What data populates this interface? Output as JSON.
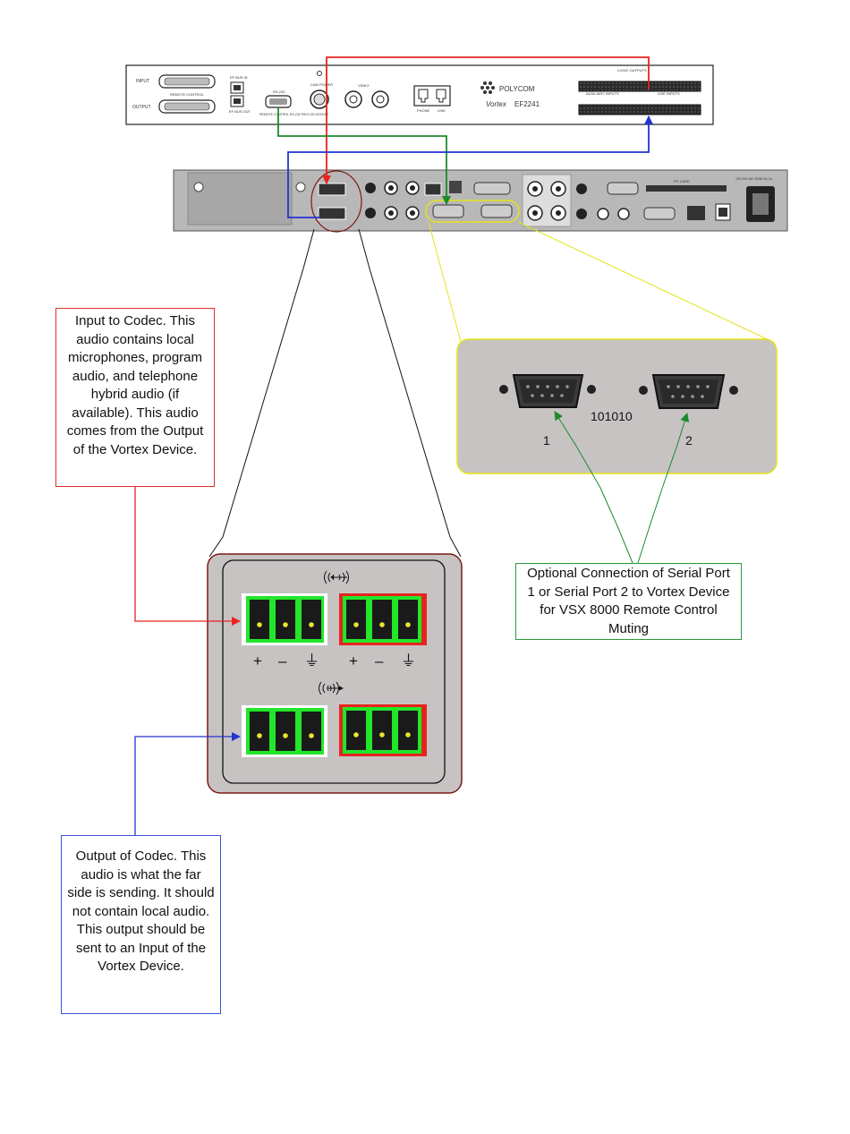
{
  "vortex": {
    "brand": "POLYCOM",
    "model_prefix": "Vortex",
    "model": "EF2241",
    "labels": {
      "input": "INPUT",
      "output": "OUTPUT",
      "remote_control": "REMOTE CONTROL",
      "ef_bus_in": "EF BUS IN",
      "ef_bus_out": "EF BUS OUT",
      "rs232": "RS-232",
      "rs232_note": "REMOTE CONTROL RS-232 PIN 5 ON SOCKET",
      "cam_power": "CAM POWER",
      "video": "VIDEO",
      "phone": "PHONE",
      "line": "LINE",
      "logic_outputs": "LOGIC OUTPUTS",
      "aux_inputs": "AUXILIARY INPUTS",
      "line_inputs": "LINE INPUTS"
    }
  },
  "codec": {
    "labels": {
      "pc_card": "PC CARD",
      "power_label": "100-240 VAC 50/60 Hz 1A"
    }
  },
  "zoom_serial": {
    "pattern_label": "101010",
    "port1_label": "1",
    "port2_label": "2"
  },
  "zoom_audio": {
    "polarity": [
      "+",
      "–",
      "⏚",
      "+",
      "–",
      "⏚"
    ]
  },
  "callouts": {
    "input_text": "Input to Codec.  This audio contains local microphones, program audio, and telephone hybrid audio (if available).  This audio comes from the Output of the Vortex Device.",
    "output_text": "Output of Codec.  This audio is what the far side is sending.  It should not contain local audio.  This output should be sent to an Input of the Vortex Device.",
    "serial_text": "Optional Connection of Serial Port 1 or Serial Port 2 to Vortex Device for VSX 8000 Remote Control Muting"
  },
  "colors": {
    "red_wire": "#e8231f",
    "green_wire": "#1d8a2b",
    "blue_wire": "#2433d1",
    "yellow_outline": "#e5e21a",
    "connector_green": "#22e62a",
    "zoom_box_fill": "#c8c3c3",
    "zoom_box_border": "#7a1a16"
  }
}
